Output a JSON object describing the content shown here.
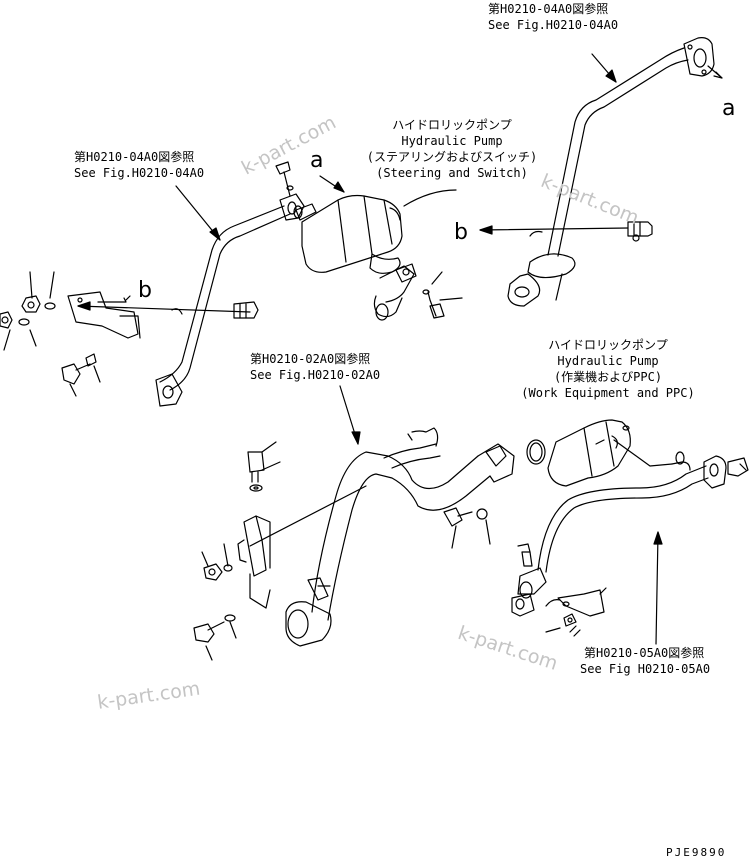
{
  "refs": {
    "top_right": {
      "jp": "第H0210-04A0図参照",
      "en": "See Fig.H0210-04A0"
    },
    "left": {
      "jp": "第H0210-04A0図参照",
      "en": "See Fig.H0210-04A0"
    },
    "center": {
      "jp": "第H0210-02A0図参照",
      "en": "See Fig.H0210-02A0"
    },
    "bottom_right": {
      "jp": "第H0210-05A0図参照",
      "en": "See Fig H0210-05A0"
    }
  },
  "pumps": {
    "steering": {
      "jp": "ハイドロリックポンプ",
      "en": "Hydraulic Pump",
      "sub": "(ステアリングおよびスイッチ)",
      "sub_en": "(Steering and Switch)"
    },
    "work": {
      "jp": "ハイドロリックポンプ",
      "en": "Hydraulic Pump",
      "sub": "(作業機およびPPC)",
      "sub_en": "(Work Equipment and PPC)"
    }
  },
  "callouts": {
    "a": "a",
    "b": "b"
  },
  "watermark": "k-part.com",
  "drawing_code": "PJE9890",
  "colors": {
    "line": "#000000",
    "watermark": "#c4c4c4"
  }
}
